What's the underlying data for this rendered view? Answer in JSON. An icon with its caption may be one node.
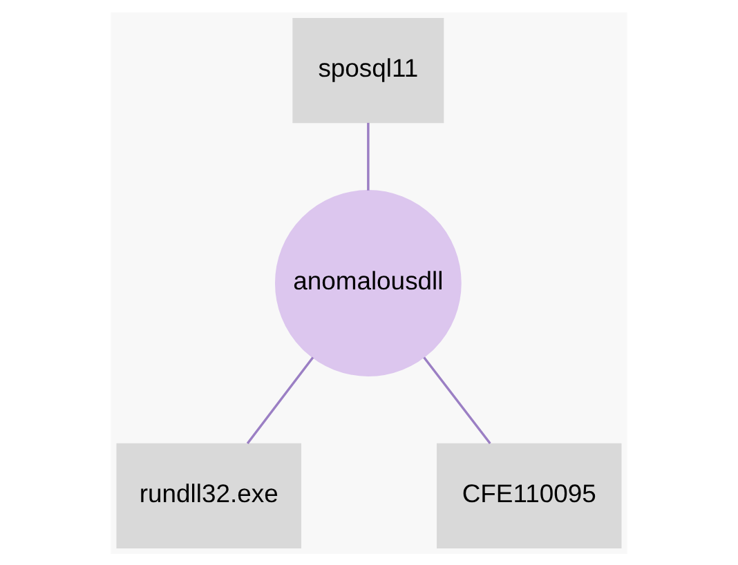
{
  "diagram": {
    "nodes": [
      {
        "text": [
          "sposql11"
        ]
      },
      {
        "text": [
          "anomalousdll"
        ]
      },
      {
        "text": [
          "rundll32.exe"
        ]
      },
      {
        "text": [
          "CFE110095"
        ]
      }
    ],
    "edges": [
      {
        "from": 0,
        "to": 1,
        "arrow": "none"
      },
      {
        "from": 1,
        "to": 2,
        "arrow": "none"
      },
      {
        "from": 1,
        "to": 3,
        "arrow": "none"
      }
    ]
  }
}
